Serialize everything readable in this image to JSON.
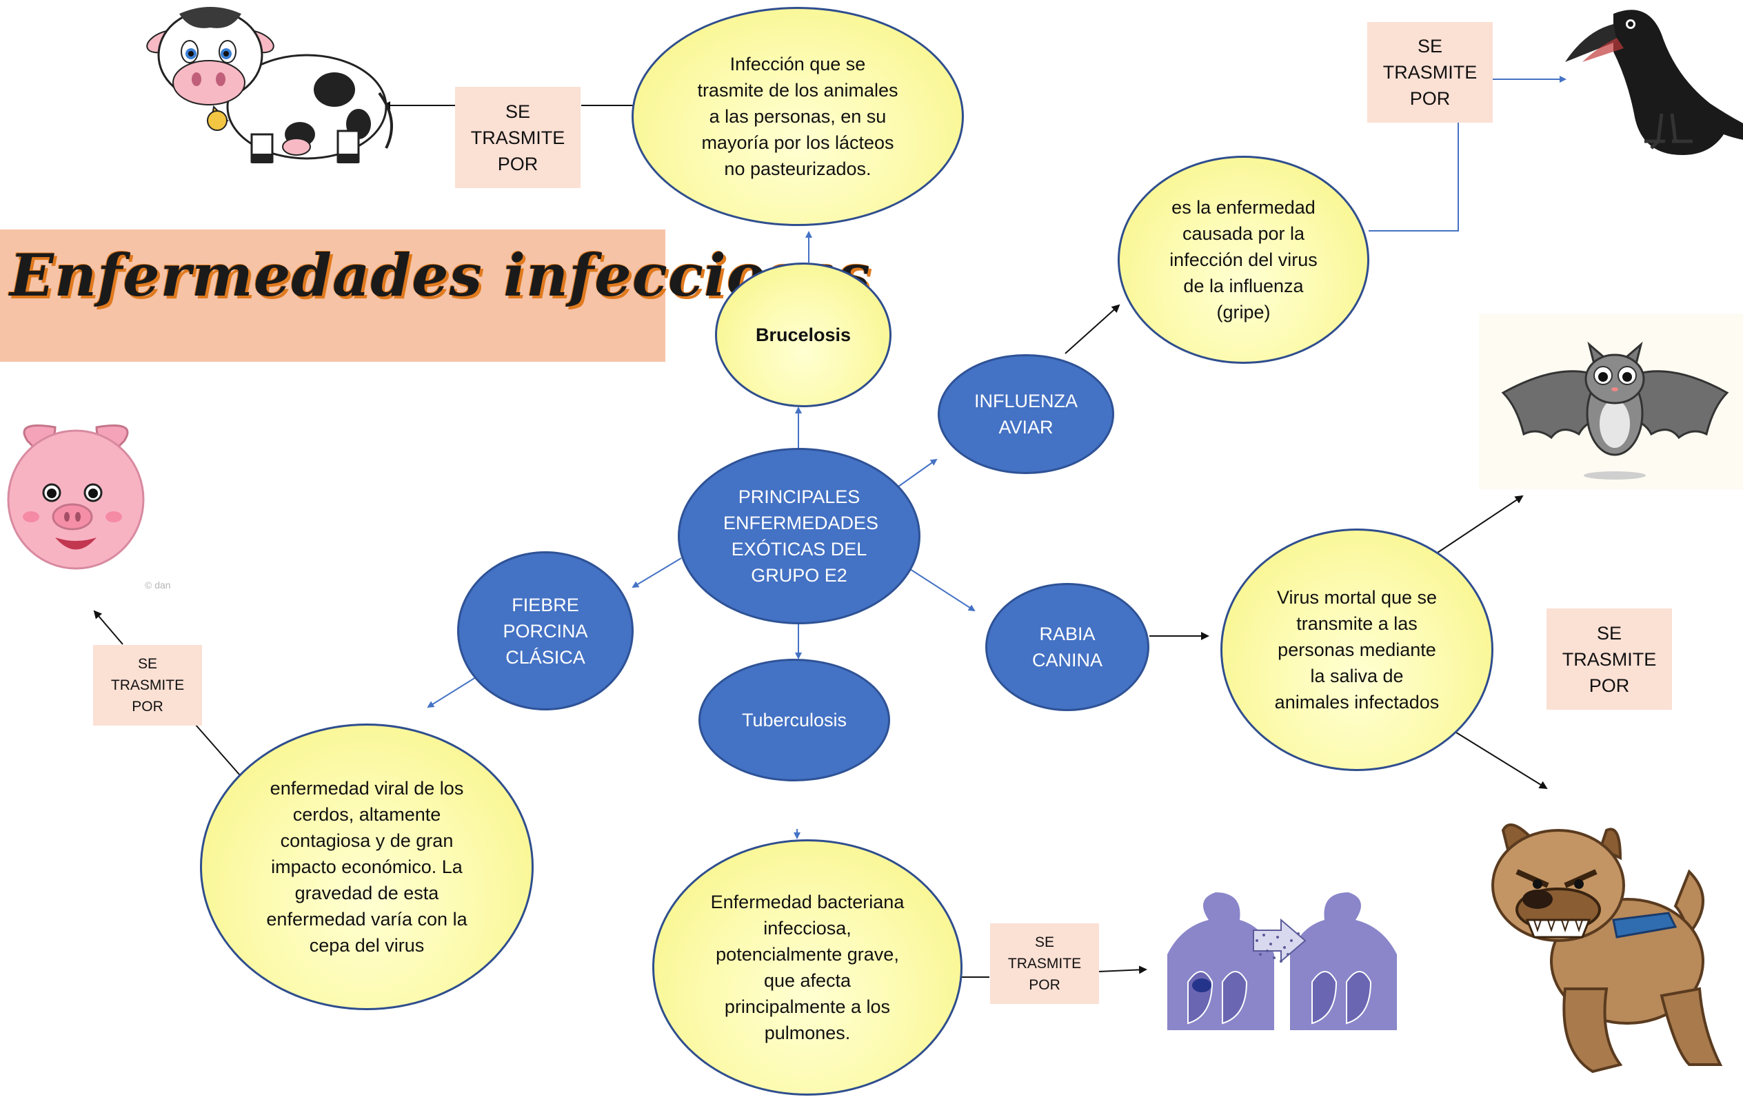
{
  "title": "Enfermedades infecciosas",
  "nodes": {
    "center": "PRINCIPALES ENFERMEDADES EXÓTICAS DEL GRUPO E2",
    "brucelosis": "Brucelosis",
    "influenza": "INFLUENZA AVIAR",
    "fiebre": "FIEBRE PORCINA CLÁSICA",
    "rabia": "RABIA CANINA",
    "tuberculosis": "Tuberculosis"
  },
  "descriptions": {
    "brucelosis": "Infección que se trasmite de los animales a las personas, en su mayoría por los lácteos no pasteurizados.",
    "influenza": "es la enfermedad causada por la infección del virus de la influenza (gripe)",
    "rabia": "Virus mortal que se transmite a las personas mediante la saliva de animales infectados",
    "fiebre": "enfermedad viral de los cerdos, altamente contagiosa y de gran impacto económico. La gravedad de esta enfermedad varía con la cepa del virus",
    "tuberculosis": "Enfermedad bacteriana infecciosa, potencialmente grave, que afecta principalmente a los pulmones."
  },
  "transmit_label": "SE\nTRASMITE\nPOR",
  "images": [
    "cow",
    "crow",
    "bat",
    "pig",
    "dog",
    "lungs"
  ],
  "watermark": "© dan",
  "colors": {
    "blue_node": "#4472c4",
    "yellow_node": "#fdfbb0",
    "label_box": "#fbe0d4",
    "banner": "#f6c3a6",
    "arrow": "#4472c4"
  }
}
